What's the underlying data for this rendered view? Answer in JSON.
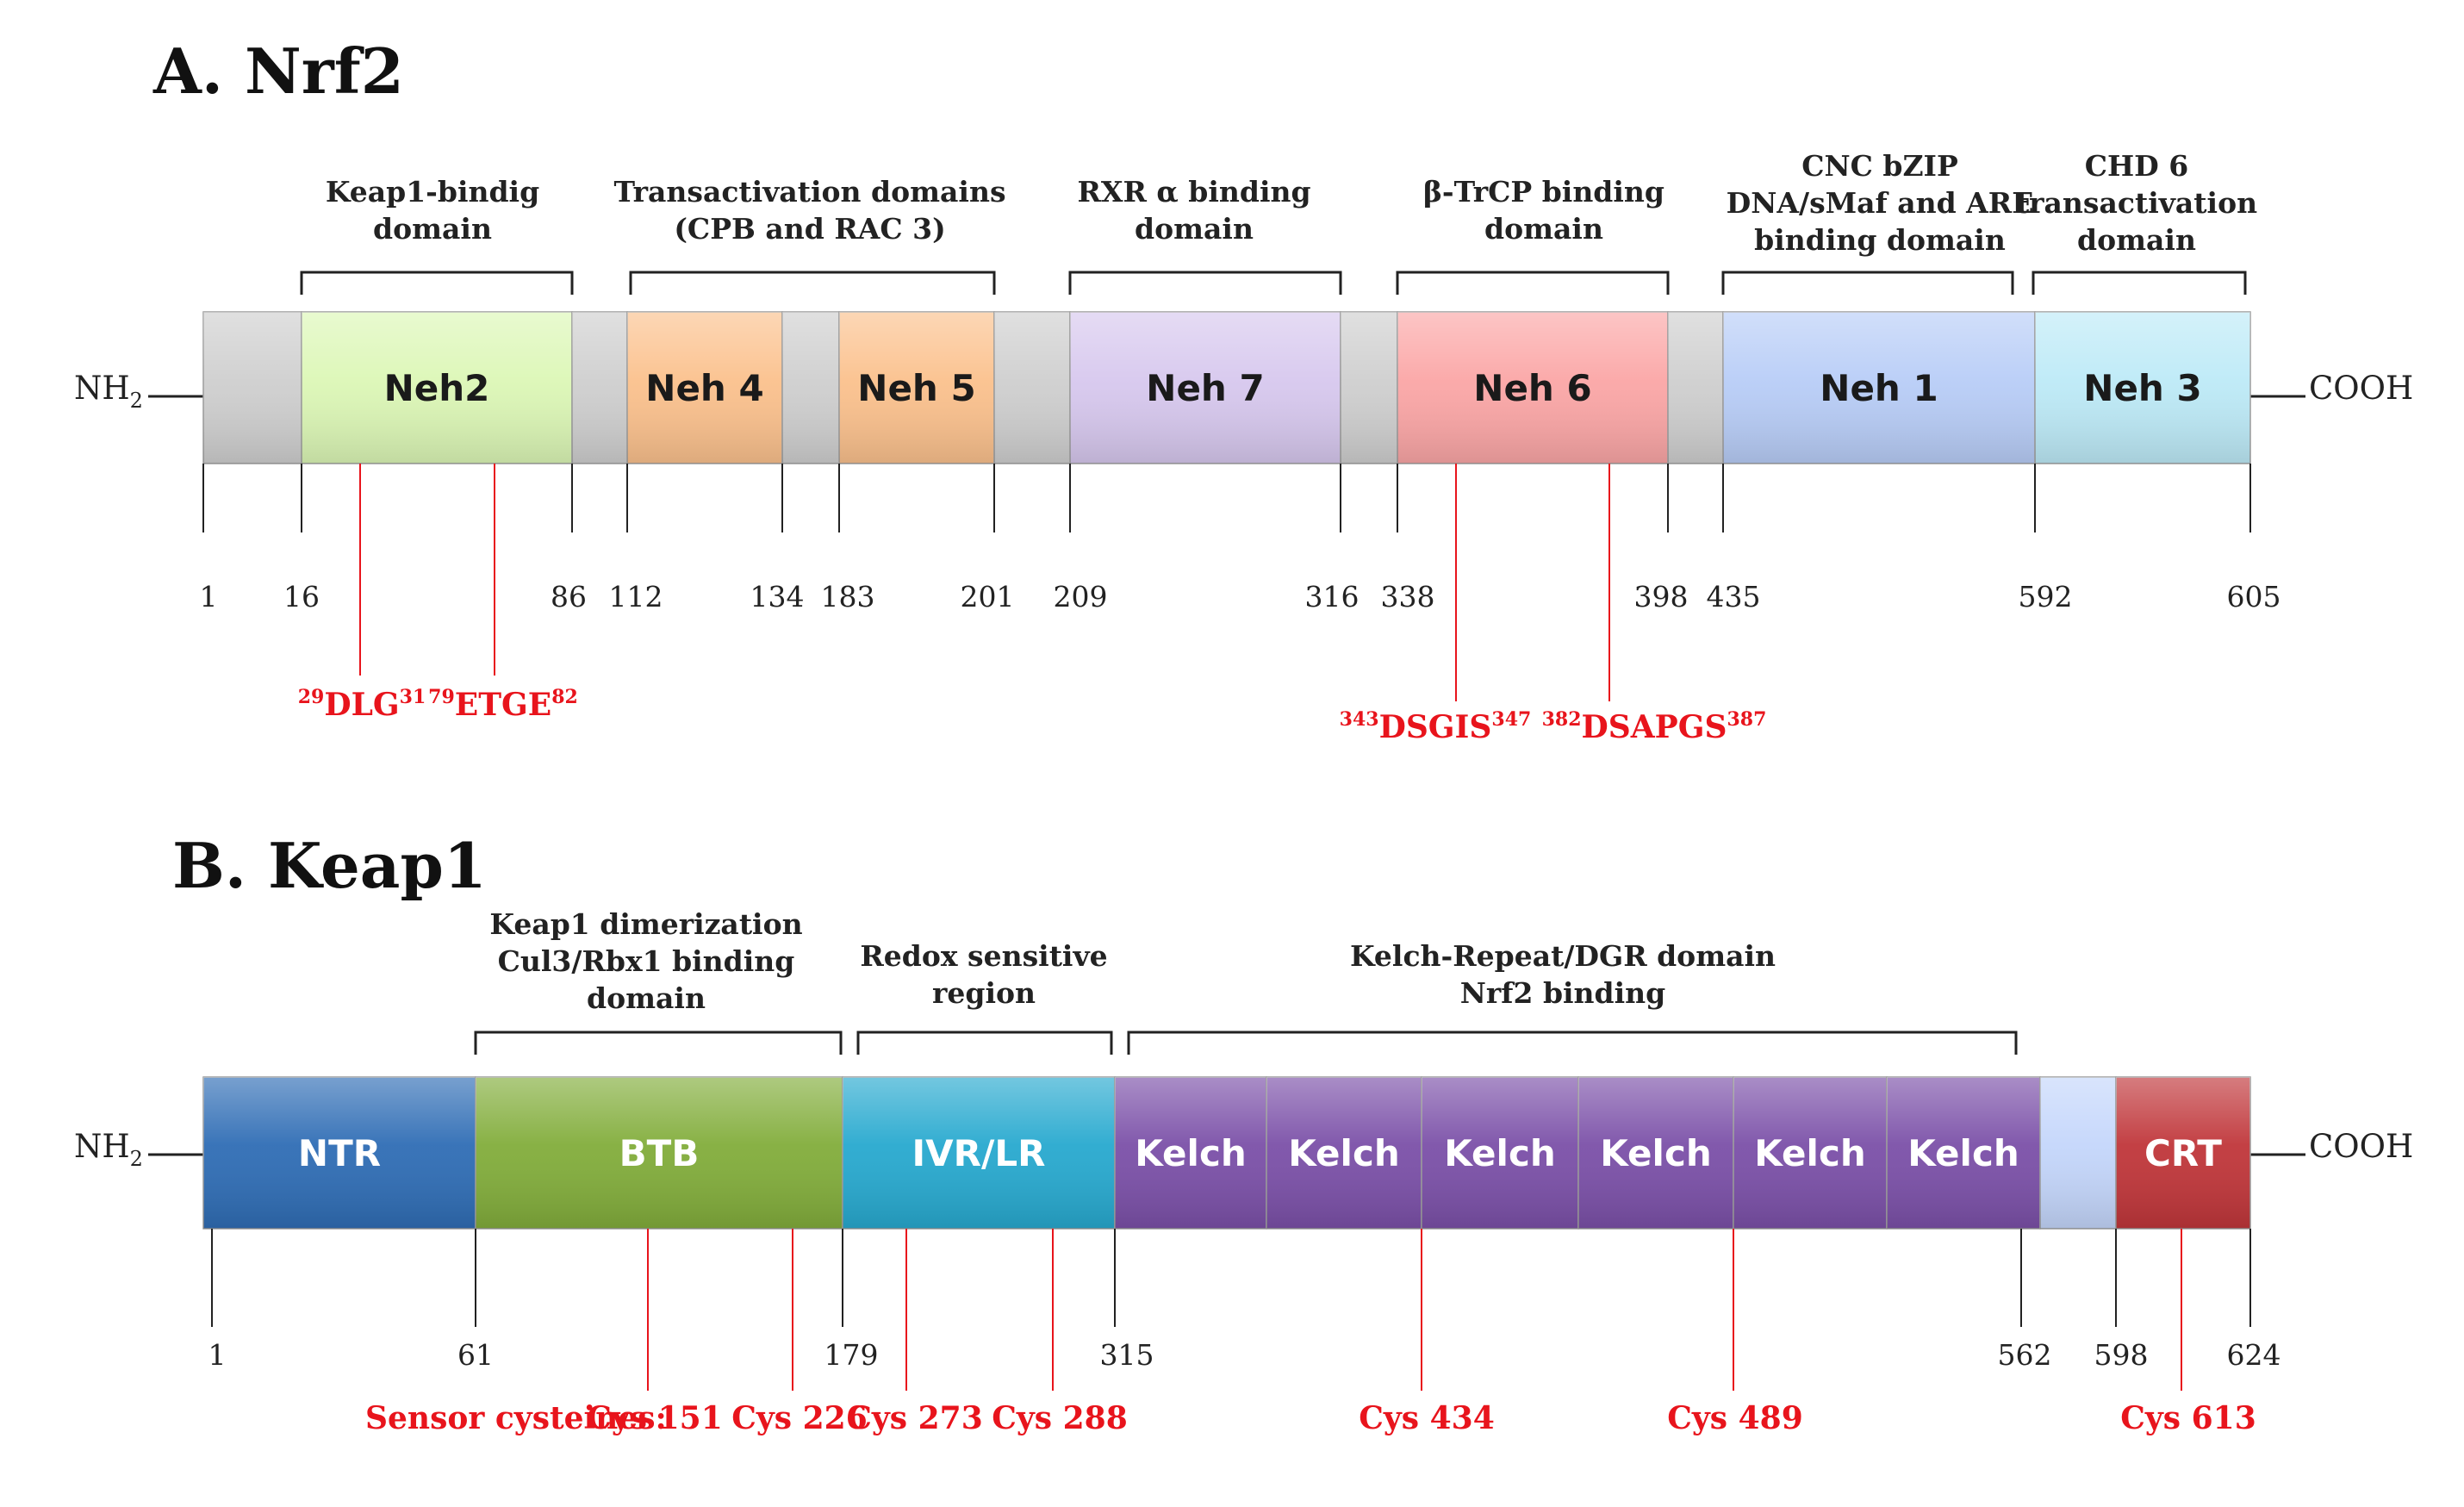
{
  "colors": {
    "spacer": "#cfcfcf",
    "motif": "#e8141c",
    "text": "#222222"
  },
  "nrf2": {
    "title": "A. Nrf2",
    "n_term": "NH",
    "n_sub": "2",
    "c_term": "COOH",
    "domain_labels": [
      {
        "lines": [
          "Keap1-bindig",
          "domain"
        ]
      },
      {
        "lines": [
          "Transactivation domains",
          "(CPB and RAC 3)"
        ]
      },
      {
        "lines": [
          "RXR α binding",
          "domain"
        ]
      },
      {
        "lines": [
          "β-TrCP binding",
          "domain"
        ]
      },
      {
        "lines": [
          "CNC bZIP",
          "DNA/sMaf and ARE",
          "binding domain"
        ]
      },
      {
        "lines": [
          "CHD 6",
          "transactivation",
          "domain"
        ]
      }
    ],
    "segments": [
      {
        "label": "",
        "start": 1,
        "end": 16,
        "color": "#cfcfcf"
      },
      {
        "label": "Neh2",
        "start": 16,
        "end": 86,
        "color": "#dcf7b6",
        "text_color": "#1a1a1a"
      },
      {
        "label": "",
        "start": 86,
        "end": 112,
        "color": "#cfcfcf"
      },
      {
        "label": "Neh 4",
        "start": 112,
        "end": 134,
        "color": "#fbc18d",
        "text_color": "#1a1a1a"
      },
      {
        "label": "",
        "start": 134,
        "end": 183,
        "color": "#cfcfcf"
      },
      {
        "label": "Neh 5",
        "start": 183,
        "end": 201,
        "color": "#fbc18d",
        "text_color": "#1a1a1a"
      },
      {
        "label": "",
        "start": 201,
        "end": 209,
        "color": "#cfcfcf"
      },
      {
        "label": "Neh 7",
        "start": 209,
        "end": 316,
        "color": "#d7c8ee",
        "text_color": "#1a1a1a"
      },
      {
        "label": "",
        "start": 316,
        "end": 338,
        "color": "#cfcfcf"
      },
      {
        "label": "Neh 6",
        "start": 338,
        "end": 398,
        "color": "#fba6a6",
        "text_color": "#1a1a1a"
      },
      {
        "label": "",
        "start": 398,
        "end": 435,
        "color": "#cfcfcf"
      },
      {
        "label": "Neh 1",
        "start": 435,
        "end": 592,
        "color": "#b8cdf7",
        "text_color": "#1a1a1a"
      },
      {
        "label": "Neh 3",
        "start": 592,
        "end": 605,
        "color": "#bdeaf7",
        "text_color": "#1a1a1a"
      }
    ],
    "ticks": [
      "1",
      "16",
      "86",
      "112",
      "134",
      "183",
      "201",
      "209",
      "316",
      "338",
      "398",
      "435",
      "592",
      "605"
    ],
    "motifs": [
      {
        "pre": "29",
        "text": "DLG",
        "post": "31"
      },
      {
        "pre": "79",
        "text": "ETGE",
        "post": "82"
      },
      {
        "pre": "343",
        "text": "DSGIS",
        "post": "347"
      },
      {
        "pre": "382",
        "text": "DSAPGS",
        "post": "387"
      }
    ]
  },
  "keap1": {
    "title": "B. Keap1",
    "n_term": "NH",
    "n_sub": "2",
    "c_term": "COOH",
    "domain_labels": [
      {
        "lines": [
          "Keap1 dimerization",
          "Cul3/Rbx1 binding",
          "domain"
        ]
      },
      {
        "lines": [
          "Redox sensitive",
          "region"
        ]
      },
      {
        "lines": [
          "Kelch-Repeat/DGR domain",
          "Nrf2 binding"
        ]
      }
    ],
    "segments": [
      {
        "label": "NTR",
        "color": "#2f6db5",
        "text_color": "#ffffff"
      },
      {
        "label": "BTB",
        "color": "#82ad3b",
        "text_color": "#ffffff"
      },
      {
        "label": "IVR/LR",
        "color": "#27a9cf",
        "text_color": "#ffffff"
      },
      {
        "label": "Kelch",
        "color": "#7b50a8",
        "text_color": "#ffffff"
      },
      {
        "label": "Kelch",
        "color": "#7b50a8",
        "text_color": "#ffffff"
      },
      {
        "label": "Kelch",
        "color": "#7b50a8",
        "text_color": "#ffffff"
      },
      {
        "label": "Kelch",
        "color": "#7b50a8",
        "text_color": "#ffffff"
      },
      {
        "label": "Kelch",
        "color": "#7b50a8",
        "text_color": "#ffffff"
      },
      {
        "label": "Kelch",
        "color": "#7b50a8",
        "text_color": "#ffffff"
      },
      {
        "label": "",
        "color": "#c4d6fb",
        "text_color": "#ffffff"
      },
      {
        "label": "CRT",
        "color": "#c0363a",
        "text_color": "#ffffff"
      }
    ],
    "ticks": [
      "1",
      "61",
      "179",
      "315",
      "562",
      "598",
      "624"
    ],
    "sensor_label": "Sensor cysteines:",
    "cysteines": [
      "Cys 151",
      "Cys 226",
      "Cys 273",
      "Cys 288",
      "Cys 434",
      "Cys 489",
      "Cys 613"
    ]
  }
}
